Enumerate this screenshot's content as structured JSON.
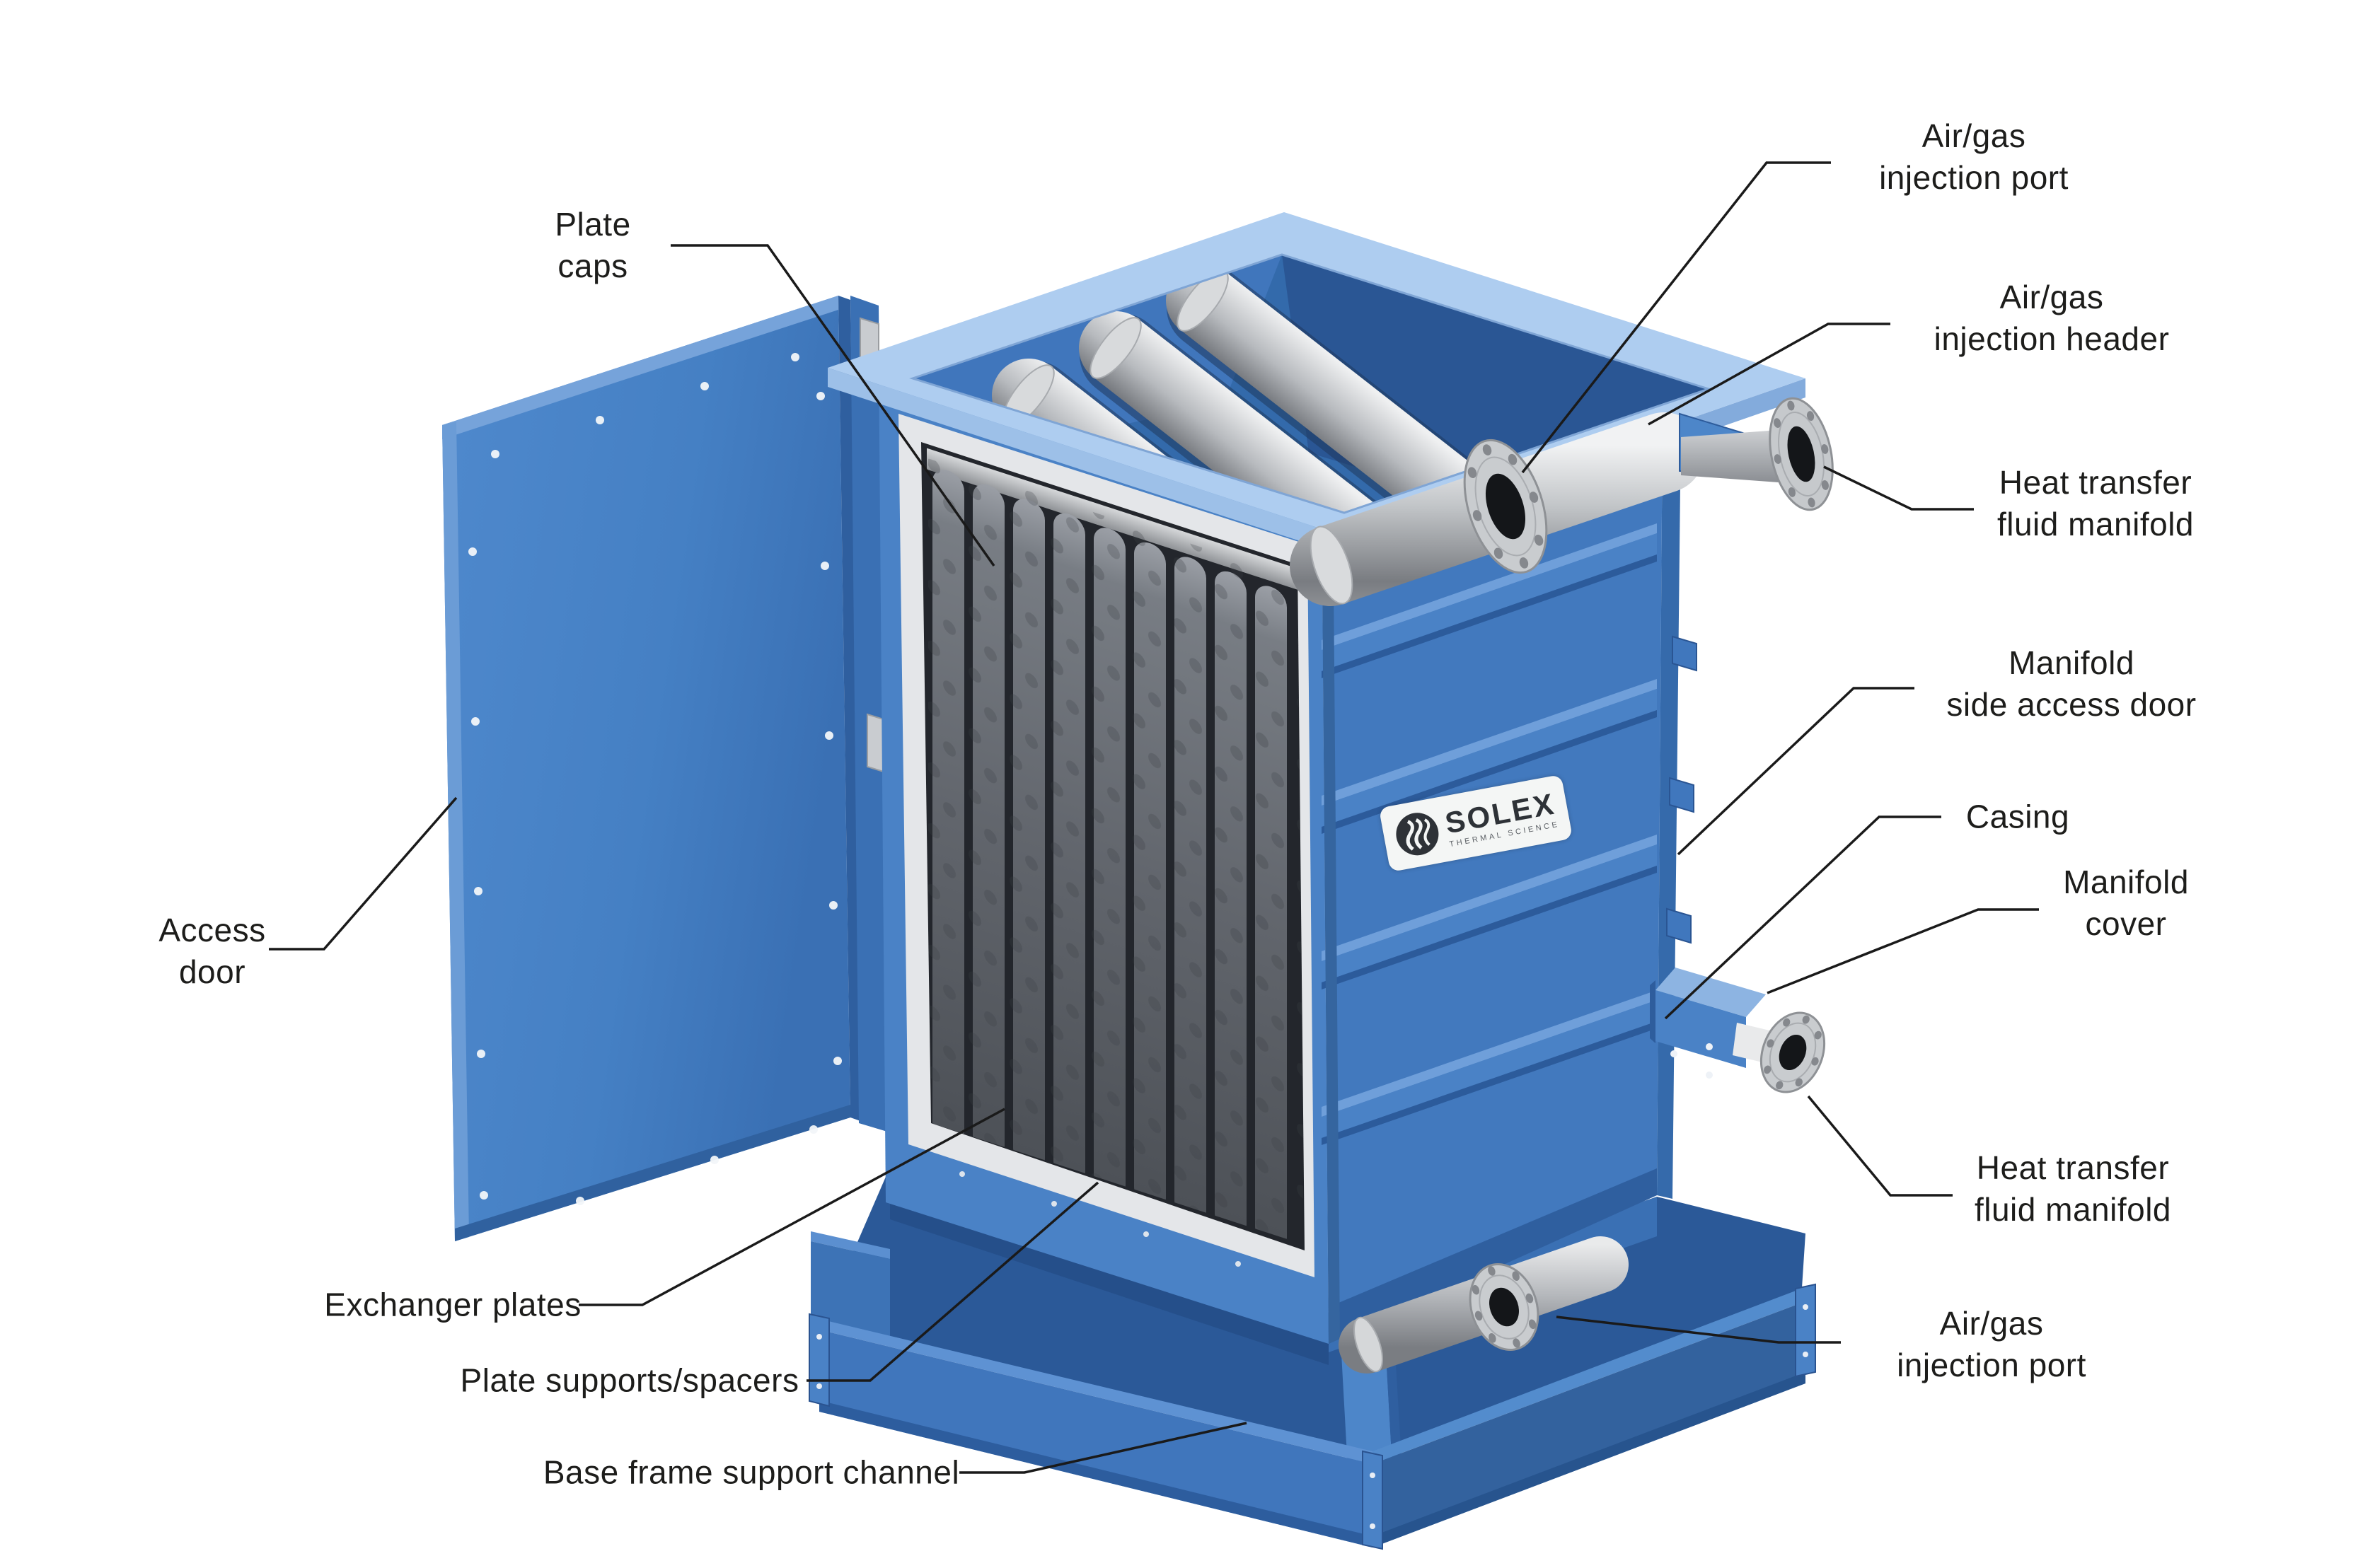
{
  "figure": {
    "type": "annotated-technical-diagram",
    "subject": "indirect plate heat exchanger cutaway",
    "background": "#ffffff"
  },
  "brand": {
    "logo_text": "SOLEX",
    "logo_subtext": "THERMAL SCIENCE"
  },
  "colors": {
    "body_blue": "#4a82c6",
    "body_blue_dark": "#2e5f9f",
    "body_blue_deep": "#254f8a",
    "rim_light_blue": "#aecdf0",
    "steel_light": "#eceded",
    "steel_mid": "#b9bcc0",
    "steel_dark": "#74777c",
    "plate_gray": "#6b7076",
    "interior_dark": "#23262c",
    "leader_line": "#1a1a1a",
    "label_text": "#1d1d1b"
  },
  "labels": {
    "plate_caps": {
      "lines": [
        "Plate",
        "caps"
      ]
    },
    "access_door": {
      "lines": [
        "Access",
        "door"
      ]
    },
    "exchanger_plates": {
      "lines": [
        "Exchanger plates"
      ]
    },
    "plate_supports": {
      "lines": [
        "Plate supports/spacers"
      ]
    },
    "base_frame": {
      "lines": [
        "Base frame support channel"
      ]
    },
    "airgas_port_top": {
      "lines": [
        "Air/gas",
        "injection port"
      ]
    },
    "airgas_header": {
      "lines": [
        "Air/gas",
        "injection header"
      ]
    },
    "htf_manifold_top": {
      "lines": [
        "Heat transfer",
        "fluid manifold"
      ]
    },
    "manifold_side_door": {
      "lines": [
        "Manifold",
        "side access door"
      ]
    },
    "casing": {
      "lines": [
        "Casing"
      ]
    },
    "manifold_cover": {
      "lines": [
        "Manifold",
        "cover"
      ]
    },
    "htf_manifold_bot": {
      "lines": [
        "Heat transfer",
        "fluid manifold"
      ]
    },
    "airgas_port_bot": {
      "lines": [
        "Air/gas",
        "injection port"
      ]
    }
  }
}
